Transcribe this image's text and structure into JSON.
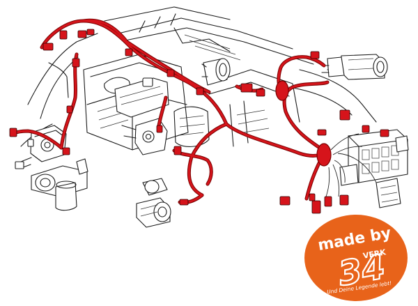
{
  "colors": {
    "harness": "#d6141b",
    "harness_dark": "#7a0000",
    "outline": "#1a1a1a",
    "badge_orange": "#e8631a",
    "badge_text": "#ffffff"
  },
  "badge": {
    "line1": "made by",
    "brand": "VERK",
    "number": "34",
    "tagline": "Und Deine Legende lebt!"
  },
  "icons": [
    "wiring-harness-icon",
    "connector-plug-icon",
    "starter-motor-icon",
    "distributor-icon",
    "fuse-box-icon",
    "wiper-motor-icon",
    "ignition-coil-icon"
  ]
}
